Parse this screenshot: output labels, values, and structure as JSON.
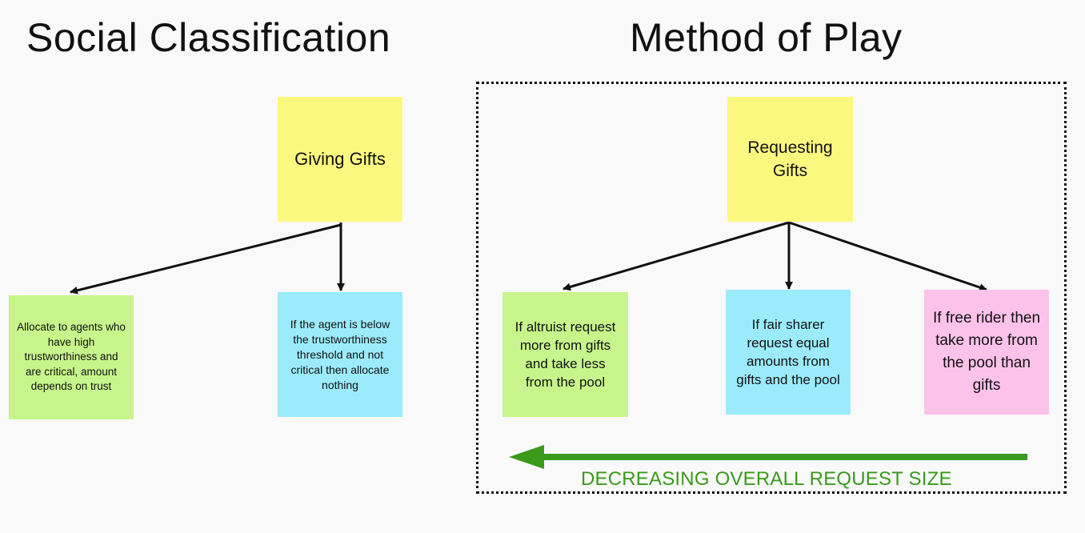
{
  "titles": {
    "left": "Social Classification",
    "right": "Method of Play"
  },
  "notes": {
    "giving_gifts": "Giving Gifts",
    "requesting_gifts": "Requesting Gifts",
    "allocate": "Allocate to agents who have high trustworthiness and are critical, amount depends on trust",
    "allocate_nothing": "If the agent is below the trustworthiness threshold and not critical then allocate nothing",
    "altruist": "If altruist request more from gifts and take less from the pool",
    "fair_sharer": "If fair sharer request equal amounts from gifts and the pool",
    "free_rider": "If free rider then take more from the pool than gifts"
  },
  "trend_caption": "DECREASING OVERALL REQUEST SIZE",
  "colors": {
    "yellow_note": "#fbf87f",
    "green_note": "#c7f58b",
    "blue_note": "#9bebfd",
    "pink_note": "#fdc2ea",
    "trend_arrow": "#3a9a1b"
  }
}
